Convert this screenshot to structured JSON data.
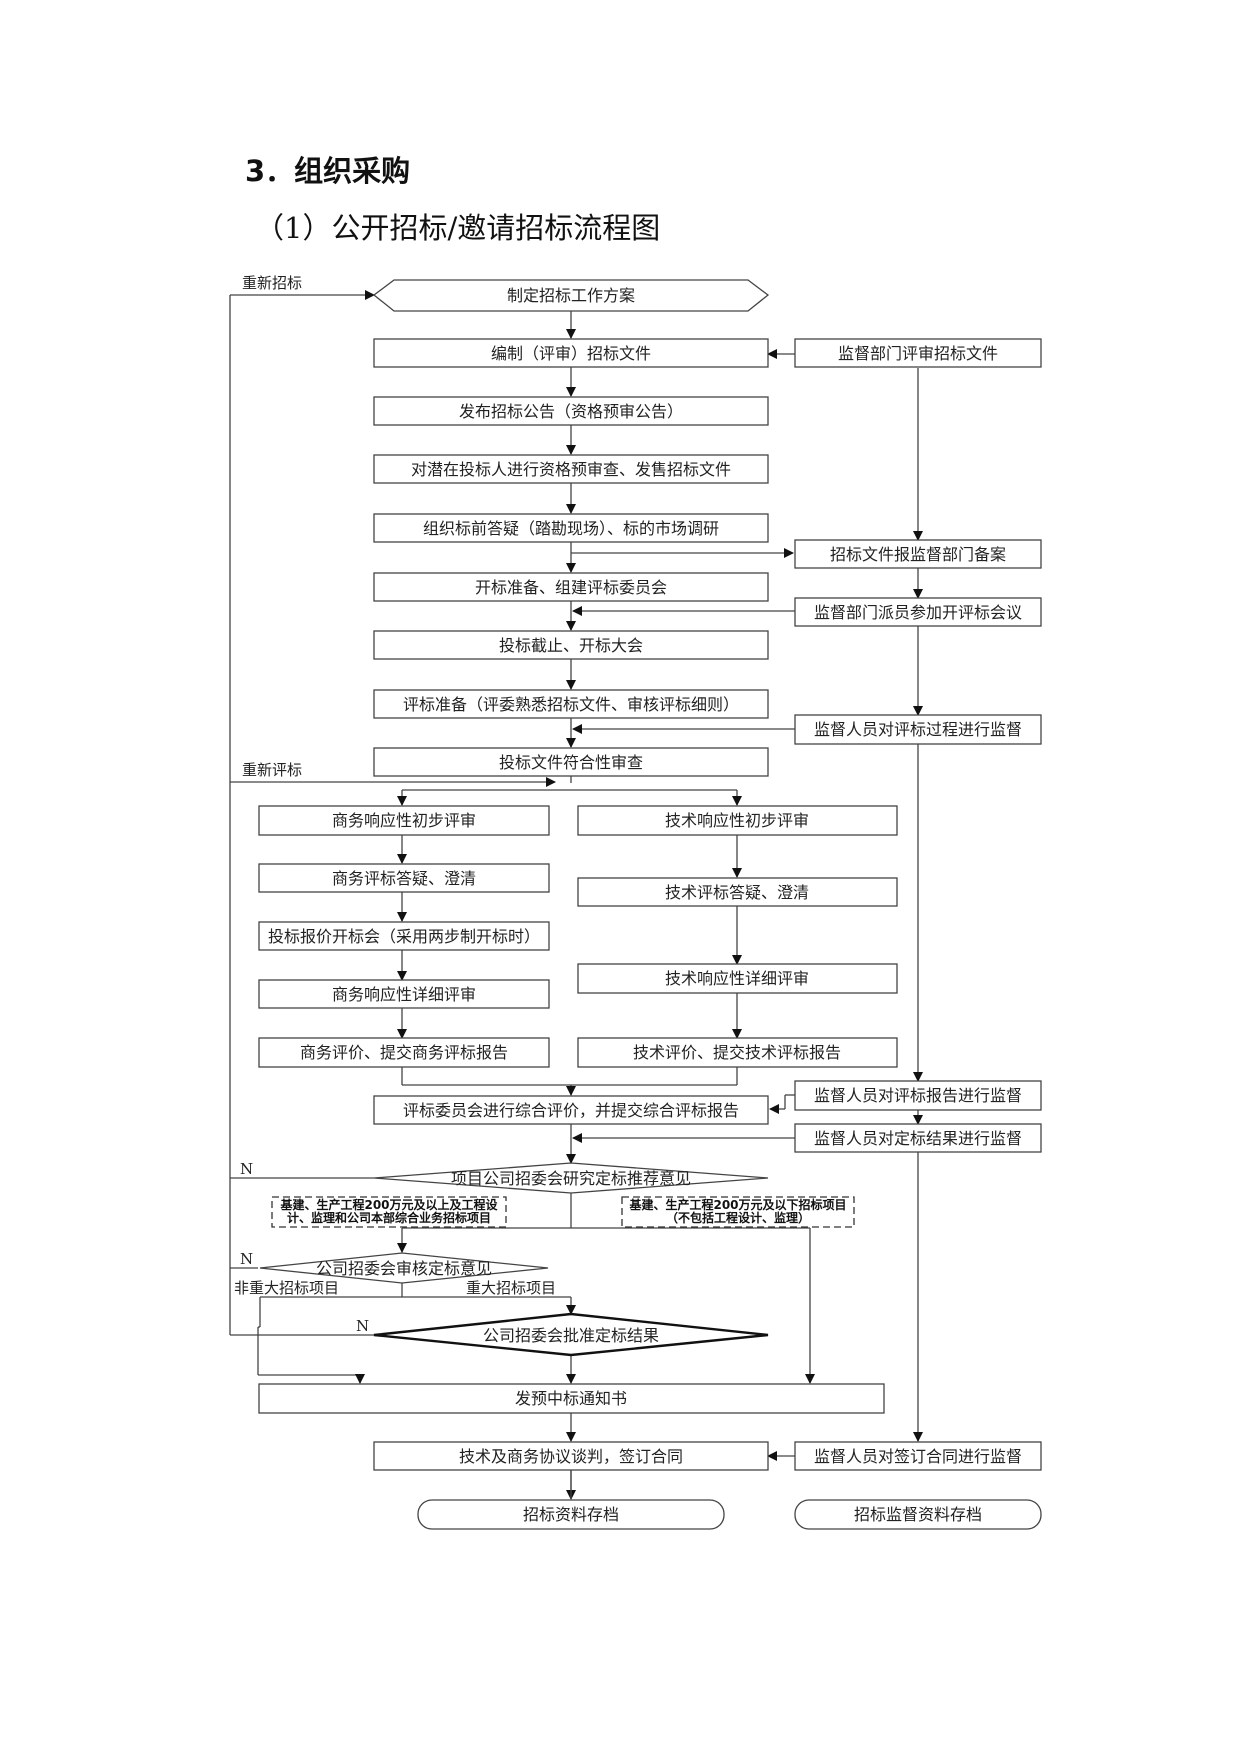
{
  "heading": "3．组织采购",
  "subheading": "（1）公开招标/邀请招标流程图",
  "nodes": {
    "plan": "制定招标工作方案",
    "compile": "编制（评审）招标文件",
    "sup_review": "监督部门评审招标文件",
    "announce": "发布招标公告（资格预审公告）",
    "prequal": "对潜在投标人进行资格预审查、发售招标文件",
    "qa": "组织标前答疑（踏勘现场）、标的市场调研",
    "file_record": "招标文件报监督部门备案",
    "prep_open": "开标准备、组建评标委员会",
    "sup_send": "监督部门派员参加开评标会议",
    "deadline": "投标截止、开标大会",
    "eval_prep": "评标准备（评委熟悉招标文件、审核评标细则）",
    "sup_eval": "监督人员对评标过程进行监督",
    "compliance": "投标文件符合性审查",
    "biz_prelim": "商务响应性初步评审",
    "tech_prelim": "技术响应性初步评审",
    "biz_qa": "商务评标答疑、澄清",
    "tech_qa": "技术评标答疑、澄清",
    "price_open": "投标报价开标会（采用两步制开标时）",
    "biz_detail": "商务响应性详细评审",
    "tech_detail": "技术响应性详细评审",
    "biz_report": "商务评价、提交商务评标报告",
    "tech_report": "技术评价、提交技术评标报告",
    "overall": "评标委员会进行综合评价，并提交综合评标报告",
    "sup_report": "监督人员对评标报告进行监督",
    "sup_result": "监督人员对定标结果进行监督",
    "project_committee": "项目公司招委会研究定标推荐意见",
    "scope_major_l1": "基建、生产工程200万元及以上及工程设",
    "scope_major_l2": "计、监理和公司本部综合业务招标项目",
    "scope_minor_l1": "基建、生产工程200万元及以下招标项目",
    "scope_minor_l2": "（不包括工程设计、监理）",
    "company_review": "公司招委会审核定标意见",
    "company_approve": "公司招委会批准定标结果",
    "notice": "发预中标通知书",
    "contract": "技术及商务协议谈判，签订合同",
    "sup_contract": "监督人员对签订合同进行监督",
    "archive": "招标资料存档",
    "sup_archive": "招标监督资料存档"
  },
  "labels": {
    "rebid": "重新招标",
    "reeval": "重新评标",
    "no": "N",
    "non_major": "非重大招标项目",
    "major": "重大招标项目"
  }
}
